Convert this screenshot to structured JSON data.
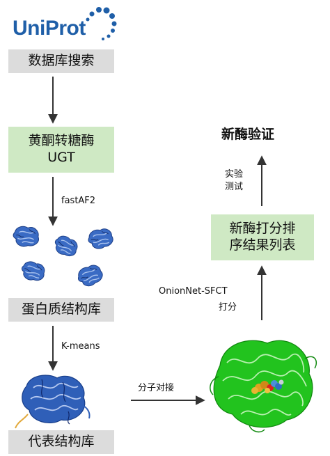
{
  "logo": {
    "text": "UniProt"
  },
  "nodes": {
    "db_search": "数据库搜索",
    "ugt_line1": "黄酮转糖酶",
    "ugt_line2": "UGT",
    "struct_lib": "蛋白质结构库",
    "rep_struct": "代表结构库",
    "ranking_line1": "新酶打分排",
    "ranking_line2": "序结果列表",
    "validation": "新酶验证"
  },
  "edges": {
    "fastaf2": "fastAF2",
    "kmeans": "K-means",
    "docking": "分子对接",
    "scoring_line1": "OnionNet-SFCT",
    "scoring_line2": "打分",
    "test_line1": "实验",
    "test_line2": "测试"
  },
  "colors": {
    "gray_box": "#dcdcdc",
    "green_box": "#cfe9c4",
    "logo_blue": "#1f5fa8",
    "protein_blue": "#2f5fb8",
    "enzyme_green": "#22c31e",
    "arrow": "#333333"
  }
}
